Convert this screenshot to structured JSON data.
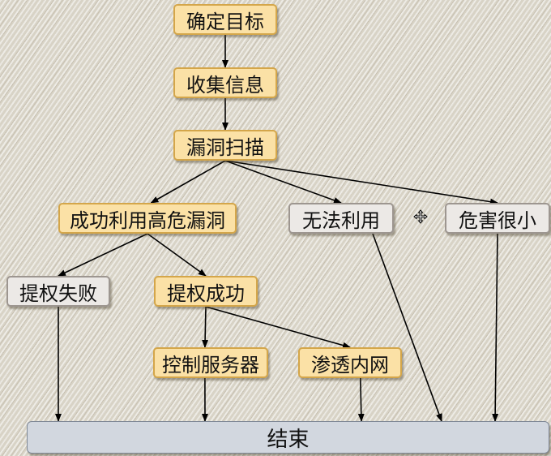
{
  "nodes": {
    "define_goal": "确定目标",
    "collect_info": "收集信息",
    "vuln_scan": "漏洞扫描",
    "exploit_high_risk": "成功利用高危漏洞",
    "cannot_exploit": "无法利用",
    "low_harm": "危害很小",
    "privesc_fail": "提权失败",
    "privesc_success": "提权成功",
    "control_server": "控制服务器",
    "pivot_intranet": "渗透内网",
    "end": "结束"
  },
  "edges": [
    [
      "define_goal",
      "collect_info"
    ],
    [
      "collect_info",
      "vuln_scan"
    ],
    [
      "vuln_scan",
      "exploit_high_risk"
    ],
    [
      "vuln_scan",
      "cannot_exploit"
    ],
    [
      "vuln_scan",
      "low_harm"
    ],
    [
      "exploit_high_risk",
      "privesc_fail"
    ],
    [
      "exploit_high_risk",
      "privesc_success"
    ],
    [
      "privesc_success",
      "control_server"
    ],
    [
      "privesc_success",
      "pivot_intranet"
    ],
    [
      "privesc_fail",
      "end"
    ],
    [
      "control_server",
      "end"
    ],
    [
      "pivot_intranet",
      "end"
    ],
    [
      "cannot_exploit",
      "end"
    ],
    [
      "low_harm",
      "end"
    ]
  ],
  "colors": {
    "primary_fill": "#fbe1a6",
    "primary_border": "#d4a64a",
    "secondary_fill": "#ece9e6",
    "end_fill": "#d2d7df",
    "edge": "#000000"
  },
  "cursor_icon": "move-cursor-icon"
}
